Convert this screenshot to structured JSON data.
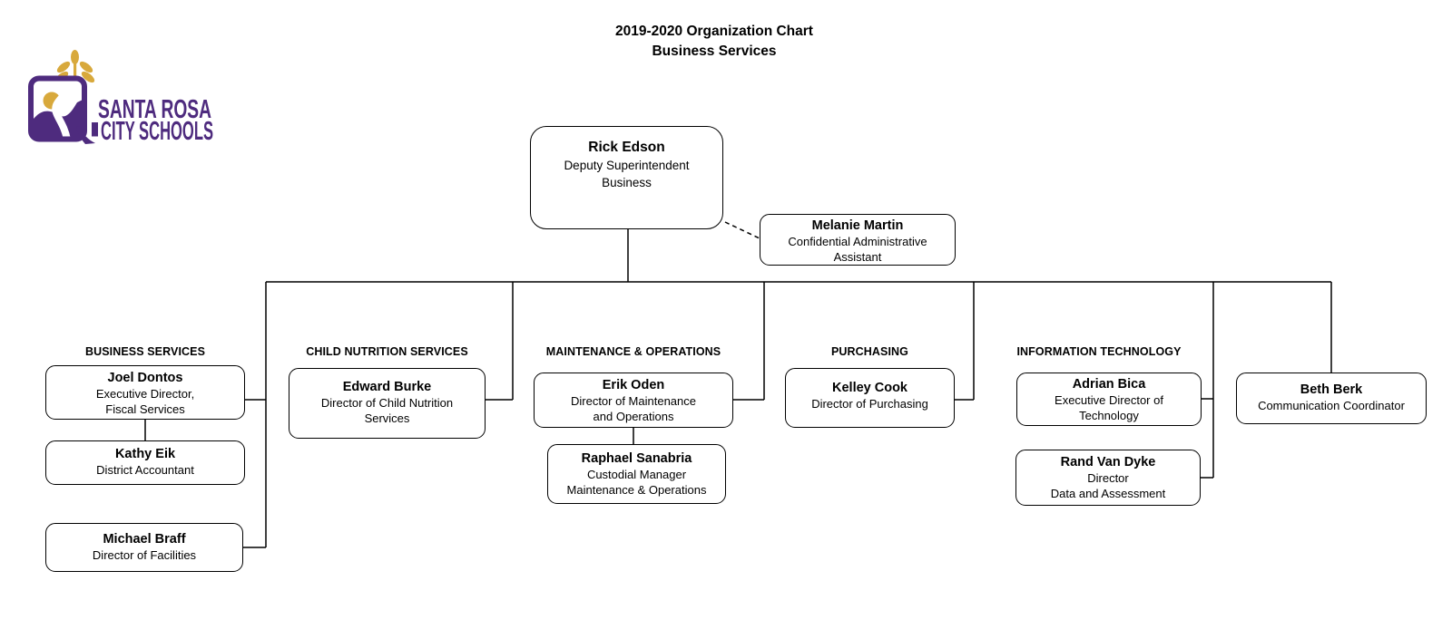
{
  "title": {
    "line1": "2019-2020 Organization Chart",
    "line2": "Business Services"
  },
  "logo": {
    "org_line1": "SANTA ROSA",
    "org_line2": "CITY SCHOOLS",
    "purple": "#4E2B7E",
    "gold": "#D8A93C"
  },
  "diagram": {
    "line_color": "#000000"
  },
  "sections": {
    "business_services": "BUSINESS SERVICES",
    "child_nutrition": "CHILD NUTRITION SERVICES",
    "maintenance_ops": "MAINTENANCE & OPERATIONS",
    "purchasing": "PURCHASING",
    "information_technology": "INFORMATION TECHNOLOGY"
  },
  "people": {
    "rick_edson": {
      "name": "Rick Edson",
      "titles": [
        "Deputy Superintendent",
        "Business"
      ]
    },
    "melanie_martin": {
      "name": "Melanie Martin",
      "titles": [
        "Confidential Administrative",
        "Assistant"
      ]
    },
    "joel_dontos": {
      "name": "Joel Dontos",
      "titles": [
        "Executive Director,",
        "Fiscal Services"
      ]
    },
    "kathy_eik": {
      "name": "Kathy Eik",
      "titles": [
        "District Accountant"
      ]
    },
    "michael_braff": {
      "name": "Michael Braff",
      "titles": [
        "Director of Facilities"
      ]
    },
    "edward_burke": {
      "name": "Edward Burke",
      "titles": [
        "Director of Child Nutrition",
        "Services"
      ]
    },
    "erik_oden": {
      "name": "Erik Oden",
      "titles": [
        "Director of Maintenance",
        "and Operations"
      ]
    },
    "raphael_sanabria": {
      "name": "Raphael Sanabria",
      "titles": [
        "Custodial Manager",
        "Maintenance & Operations"
      ]
    },
    "kelley_cook": {
      "name": "Kelley Cook",
      "titles": [
        "Director of Purchasing"
      ]
    },
    "adrian_bica": {
      "name": "Adrian Bica",
      "titles": [
        "Executive Director of",
        "Technology"
      ]
    },
    "rand_van_dyke": {
      "name": "Rand Van Dyke",
      "titles": [
        "Director",
        "Data and Assessment"
      ]
    },
    "beth_berk": {
      "name": "Beth Berk",
      "titles": [
        "Communication Coordinator"
      ]
    }
  }
}
